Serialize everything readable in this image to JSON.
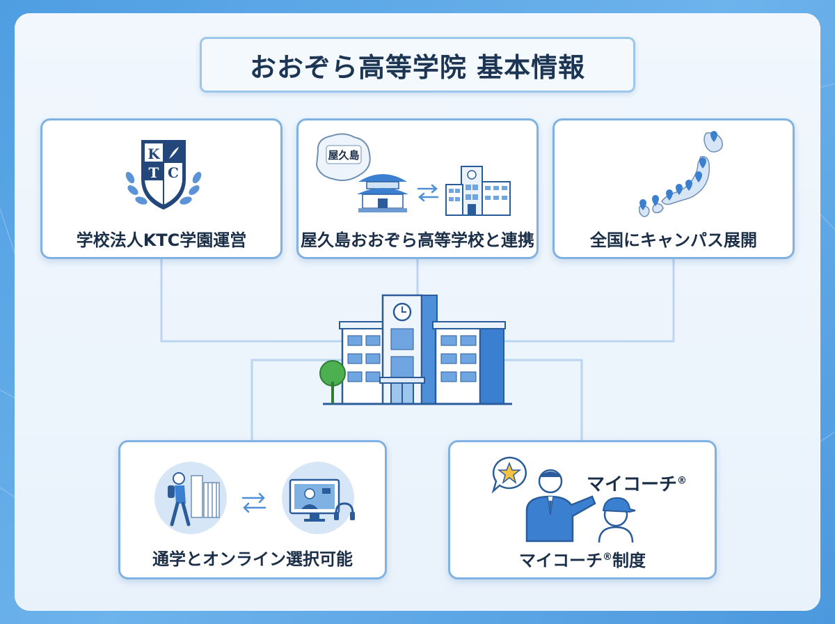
{
  "title": "おおぞら高等学院 基本情報",
  "cards": {
    "operation": {
      "label": "学校法人KTC学園運営",
      "crest_top": "K",
      "crest_q2": "",
      "crest_bottom_left": "T",
      "crest_bottom_right": "C"
    },
    "partnership": {
      "label": "屋久島おおぞら高等学校と連携",
      "island_label": "屋久島"
    },
    "campuses": {
      "label": "全国にキャンパス展開"
    },
    "commute": {
      "label": "通学とオンライン選択可能"
    },
    "mycoach": {
      "label_main": "マイコーチ",
      "label_reg": "®",
      "label_suffix": "制度",
      "heading_main": "マイコーチ",
      "heading_reg": "®"
    }
  },
  "colors": {
    "frame": "#4f9ee2",
    "card_border": "#7fb2e3",
    "accent_blue": "#3b7fd0",
    "dark_text": "#1b2e47",
    "connector": "#b9d5f0",
    "star": "#f3c242",
    "tree": "#4caf50"
  },
  "icons": [
    "shield-crest-icon",
    "yakushima-island-icon",
    "japanese-temple-icon",
    "exchange-arrows-icon",
    "school-building-icon",
    "japan-map-icon",
    "map-pin-icon",
    "central-school-icon",
    "tree-icon",
    "student-walking-icon",
    "online-class-icon",
    "coach-icon",
    "student-cap-icon",
    "star-speech-bubble-icon"
  ]
}
